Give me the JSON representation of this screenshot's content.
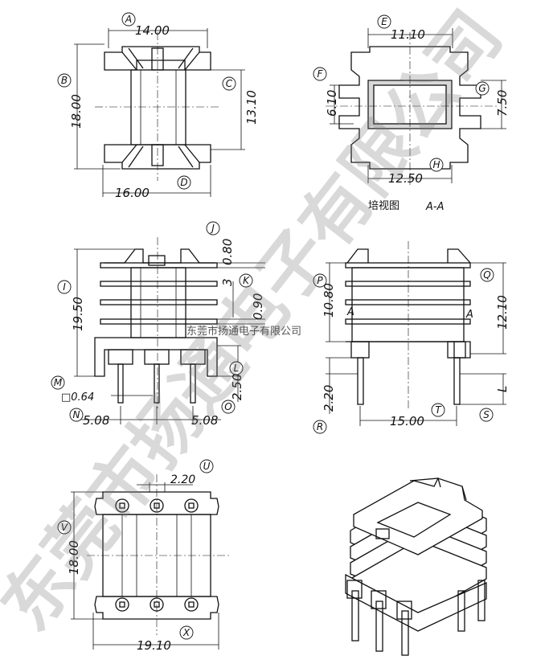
{
  "watermark": {
    "company_large": "东莞市扬通电子有限公司",
    "company_small": "东莞市扬通电子有限公司"
  },
  "section_label": {
    "text": "培视图",
    "ref": "A-A"
  },
  "section_marks": {
    "left": "A",
    "right": "A"
  },
  "dimensions": {
    "A": "14.00",
    "B": "18.00",
    "C": "13.10",
    "D": "16.00",
    "E": "11.10",
    "F": "6.10",
    "G": "7.50",
    "H": "12.50",
    "I": "19.50",
    "J": "0.80",
    "K": "0.90",
    "pitch_3": "3",
    "L": "2.50",
    "M": "□0.64",
    "N": "5.08",
    "O": "5.08",
    "P": "10.80",
    "Q": "12.10",
    "R": "2.20",
    "S": "L",
    "T": "15.00",
    "U": "2.20",
    "V": "18.00",
    "X": "19.10"
  },
  "letter_markers": [
    "A",
    "B",
    "C",
    "D",
    "E",
    "F",
    "G",
    "H",
    "I",
    "J",
    "K",
    "L",
    "M",
    "N",
    "O",
    "P",
    "Q",
    "R",
    "S",
    "T",
    "U",
    "V",
    "X"
  ]
}
